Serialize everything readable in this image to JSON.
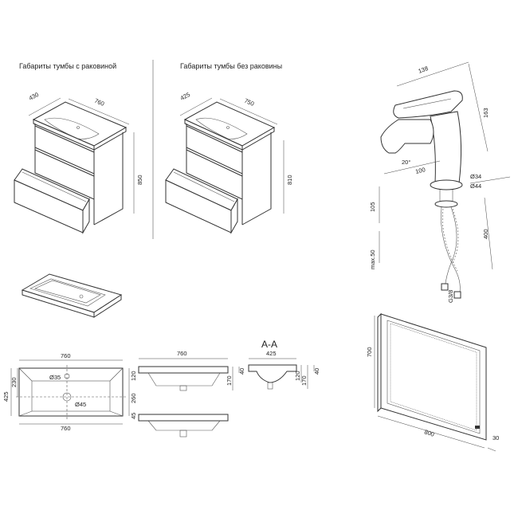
{
  "titles": {
    "with_sink": "Габариты тумбы с раковиной",
    "without_sink": "Габариты тумбы без раковины",
    "section": "A-A"
  },
  "cabinet_with_sink": {
    "depth": "430",
    "width": "760",
    "height": "850"
  },
  "cabinet_without_sink": {
    "depth": "425",
    "width": "750",
    "height": "810"
  },
  "faucet": {
    "length": "138",
    "height": "163",
    "angle": "20°",
    "spout": "100",
    "d1": "Ø34",
    "d2": "Ø44",
    "h1": "105",
    "max": "max.50",
    "hose": "400",
    "thread": "G3/8"
  },
  "sink_plan": {
    "width_top": "760",
    "width_bottom": "760",
    "depth": "425",
    "d_tap": "Ø35",
    "d_drain": "Ø45",
    "left_top": "230",
    "right1": "120",
    "right2": "260",
    "right3": "45"
  },
  "sink_front": {
    "width": "760",
    "h1": "170",
    "h2": "40"
  },
  "sink_section": {
    "depth": "425",
    "h1": "120",
    "h2": "170",
    "h3": "40"
  },
  "mirror": {
    "height": "700",
    "width": "800",
    "depth": "30"
  }
}
